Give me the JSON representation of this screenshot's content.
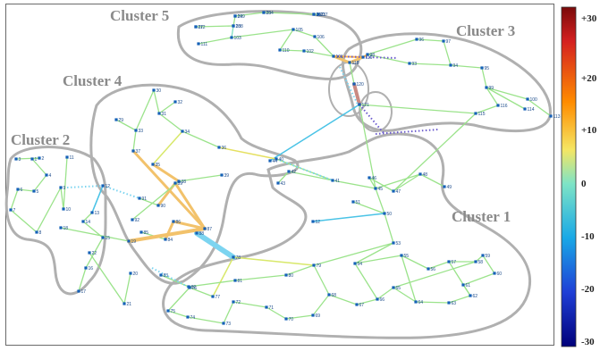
{
  "clusters": {
    "cluster_1": "Cluster 1",
    "cluster_2": "Cluster 2",
    "cluster_3": "Cluster 3",
    "cluster_4": "Cluster 4",
    "cluster_5": "Cluster 5"
  },
  "colorbar": {
    "ticks": [
      "+30",
      "+20",
      "+10",
      "0",
      "-10",
      "-20",
      "-30"
    ],
    "colors": [
      "#7a0a0a",
      "#d42020",
      "#ff8c00",
      "#f5e663",
      "#7ee4c6",
      "#19a8e6",
      "#1f3fd6",
      "#00007a"
    ]
  },
  "node_labels": [
    "117",
    "109",
    "104",
    "107",
    "112",
    "108",
    "105",
    "106",
    "111",
    "103",
    "110",
    "102",
    "101",
    "98",
    "96",
    "97",
    "93",
    "94",
    "95",
    "99",
    "100",
    "113",
    "114",
    "116",
    "115",
    "118",
    "119",
    "120",
    "121",
    "29",
    "30",
    "31",
    "32",
    "33",
    "34",
    "35",
    "36",
    "37",
    "38",
    "39",
    "40",
    "41",
    "42",
    "43",
    "44",
    "45",
    "46",
    "47",
    "48",
    "49",
    "50",
    "51",
    "52",
    "53",
    "54",
    "55",
    "56",
    "57",
    "58",
    "59",
    "60",
    "61",
    "62",
    "63",
    "64",
    "65",
    "66",
    "67",
    "68",
    "69",
    "70",
    "71",
    "72",
    "73",
    "74",
    "75",
    "76",
    "77",
    "78",
    "79",
    "80",
    "81",
    "82",
    "83",
    "84",
    "85",
    "86",
    "87",
    "88",
    "89",
    "90",
    "91",
    "92",
    "1",
    "2",
    "3",
    "4",
    "5",
    "6",
    "7",
    "8",
    "9",
    "10",
    "11",
    "12",
    "13",
    "14",
    "15",
    "16",
    "17",
    "18",
    "19",
    "20",
    "21",
    "22",
    "23",
    "24",
    "25",
    "26",
    "27",
    "28"
  ]
}
